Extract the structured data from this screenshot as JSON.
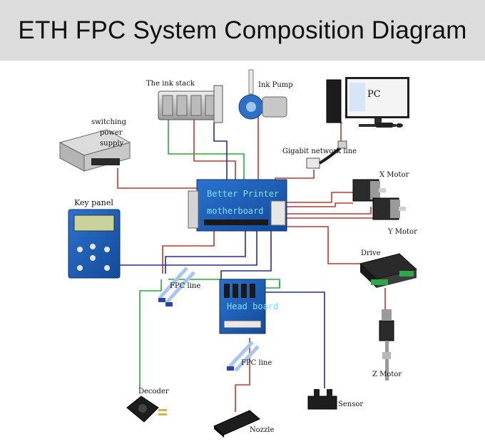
{
  "header": {
    "title": "ETH FPC System Composition Diagram"
  },
  "labels": {
    "ink_stack": "The ink stack",
    "ink_pump": "Ink Pump",
    "pc": "PC",
    "switching_power_supply": [
      "switching",
      "power",
      "supply"
    ],
    "gigabit_network_line": "Gigabit network line",
    "x_motor": "X Motor",
    "y_motor": "Y Motor",
    "key_panel": "Key panel",
    "drive": "Drive",
    "fpc_line_top": "FPC line",
    "head_board": "Head board",
    "fpc_line_bottom": "FPC line",
    "z_motor": "Z Motor",
    "decoder": "Decoder",
    "sensor": "Sensor",
    "nozzle": "Nozzle",
    "motherboard_line1": "Better Printer",
    "motherboard_line2": "motherboard"
  },
  "colors": {
    "red_wire": "#c0392b",
    "green_wire": "#27ae37",
    "blue_wire": "#1f2fa8",
    "header_bg": "#dcdcdc",
    "board_blue": "#1c5fb8"
  }
}
